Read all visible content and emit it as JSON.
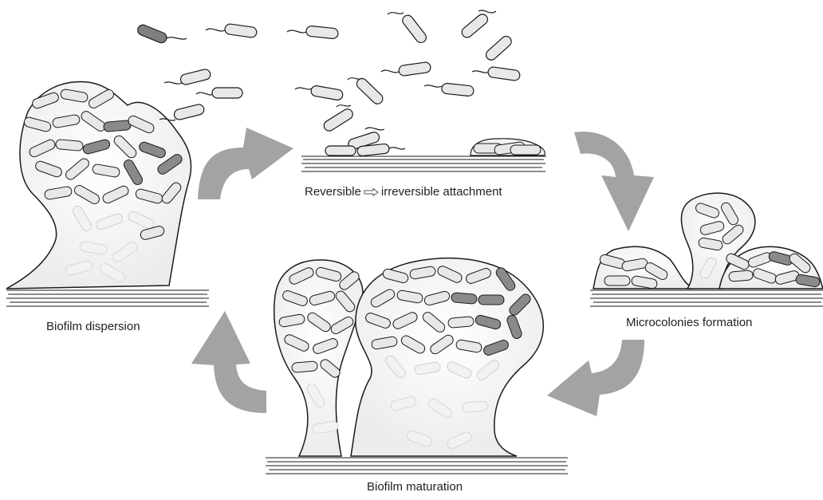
{
  "labels": {
    "attach_left": "Reversible",
    "attach_right": "irreversible attachment",
    "microcolonies": "Microcolonies formation",
    "maturation": "Biofilm maturation",
    "dispersion": "Biofilm dispersion"
  },
  "colors": {
    "cycle_arrow": "#a3a3a3",
    "outline": "#1a1a1a",
    "cell_light": "#e8e8e8",
    "cell_dark": "#8a8a8a",
    "label_text": "#222222"
  },
  "icons": {
    "transition_arrow": "open-right-arrow-icon"
  }
}
